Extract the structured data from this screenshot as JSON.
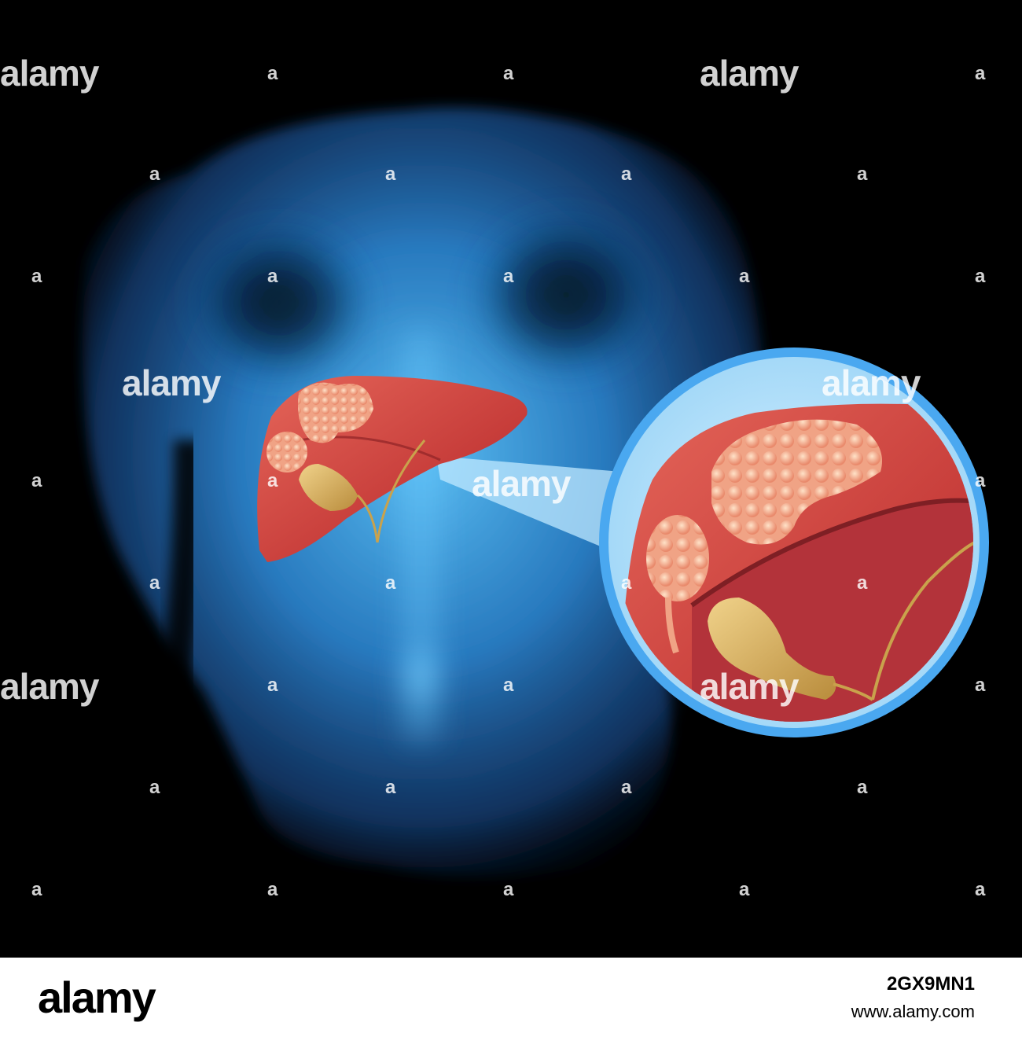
{
  "watermark": {
    "brand": "alamy",
    "mark": "a"
  },
  "footer": {
    "logo": "alamy",
    "image_id": "2GX9MN1",
    "url": "www.alamy.com"
  },
  "colors": {
    "background": "#000000",
    "xray_blue": "#2f8fe0",
    "liver": "#c9453f",
    "tumor": "#f2a07e",
    "gallbladder": "#d8b060",
    "lens_ring": "#4aa8f0"
  }
}
